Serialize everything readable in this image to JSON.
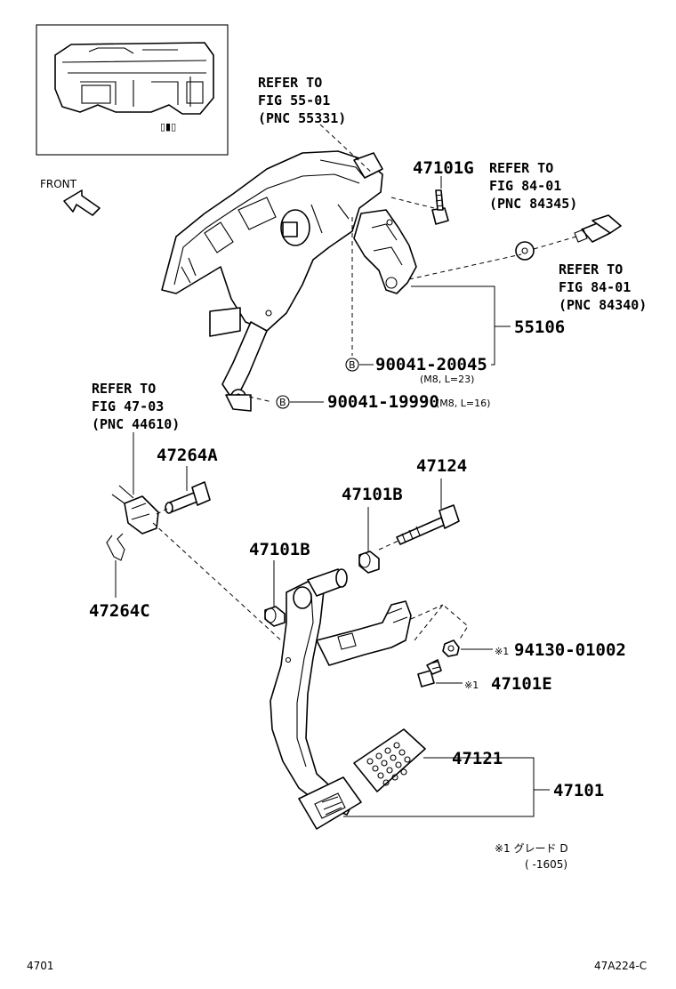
{
  "inset": {
    "markers": "▯▮▯"
  },
  "front_label": "FRONT",
  "refs": {
    "r55": [
      "REFER TO",
      "FIG 55-01",
      "(PNC 55331)"
    ],
    "r84345": [
      "REFER TO",
      "FIG 84-01",
      "(PNC 84345)"
    ],
    "r84340": [
      "REFER TO",
      "FIG 84-01",
      "(PNC 84340)"
    ],
    "r47": [
      "REFER TO",
      "FIG 47-03",
      "(PNC 44610)"
    ]
  },
  "parts": {
    "p47101G": "47101G",
    "p55106": "55106",
    "p90041_20045": "90041-20045",
    "p90041_20045_spec": "(M8, L=23)",
    "p90041_19990": "90041-19990",
    "p90041_19990_spec": "(M8, L=16)",
    "p47264A": "47264A",
    "p47124": "47124",
    "p47101B_a": "47101B",
    "p47101B_b": "47101B",
    "p47264C": "47264C",
    "p94130": "94130-01002",
    "p47101E": "47101E",
    "p47121": "47121",
    "p47101": "47101"
  },
  "markers": {
    "b": "B",
    "note": "※1"
  },
  "note": {
    "line1": "※1 グレード D",
    "line2": "(      -1605)"
  },
  "footer": {
    "left": "4701",
    "right": "47A224-C"
  }
}
